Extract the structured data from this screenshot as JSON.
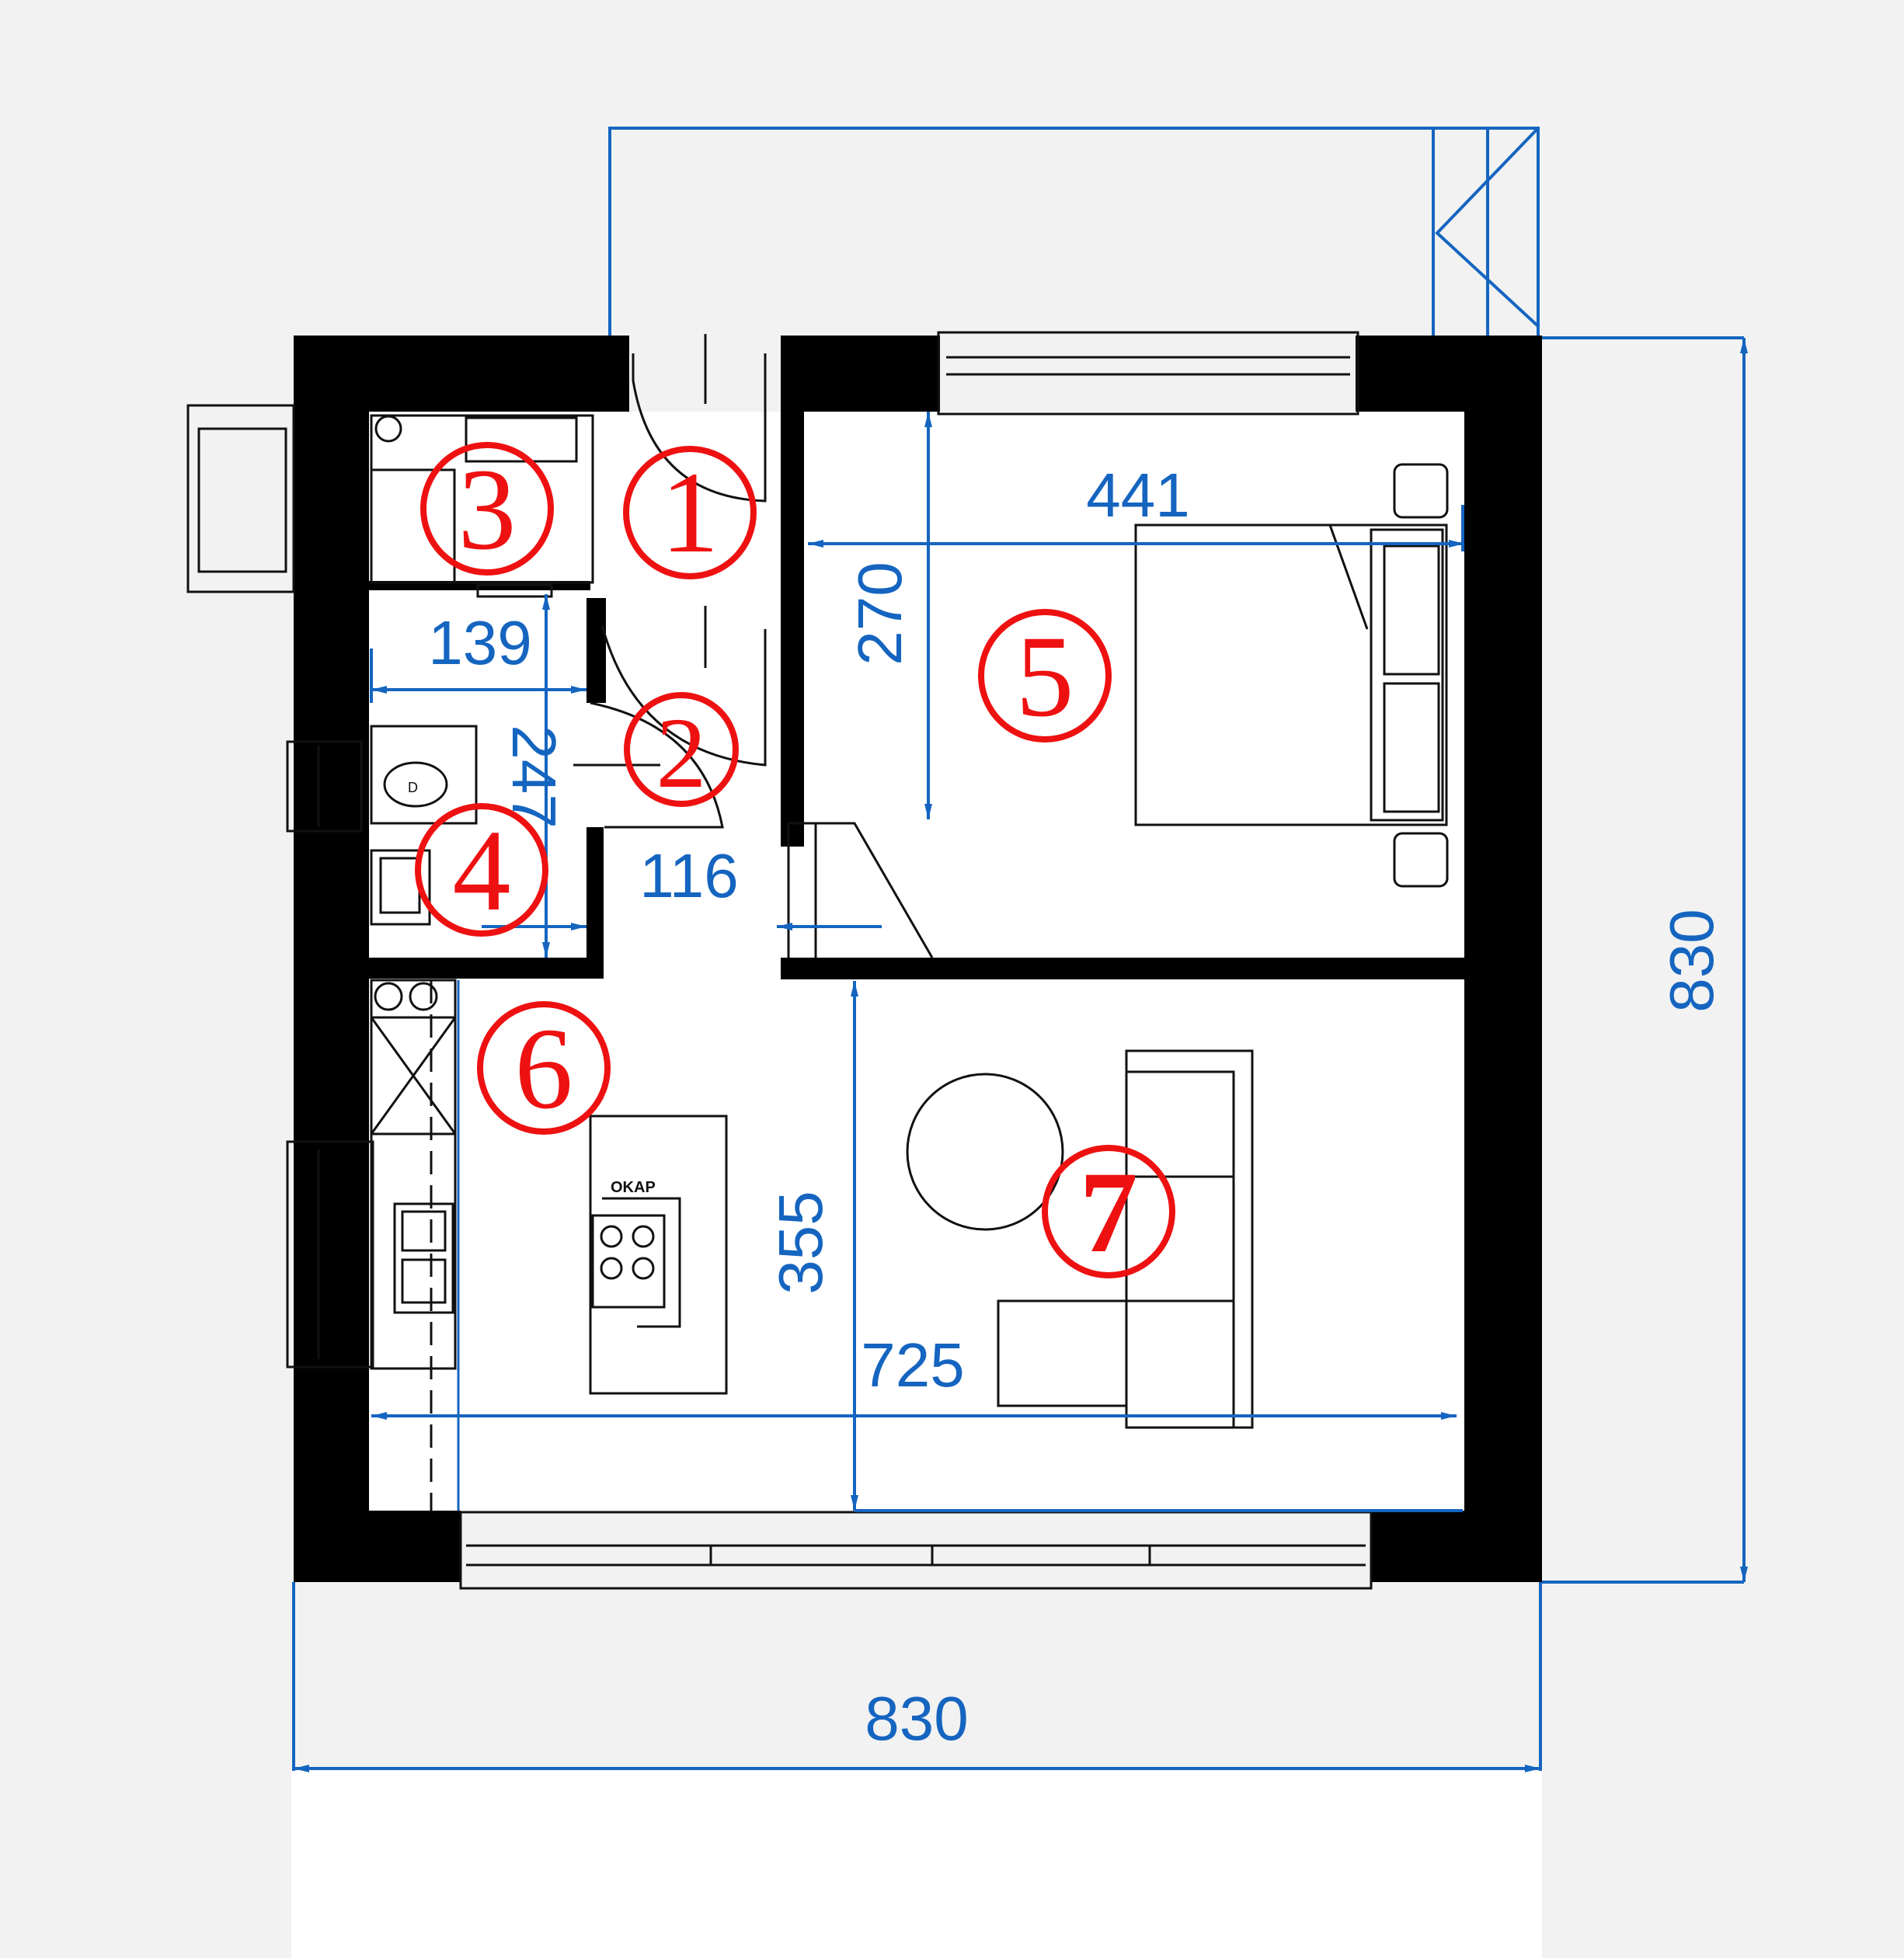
{
  "dimensions": {
    "bedroom_width": "441",
    "bedroom_depth": "270",
    "bathroom_width": "139",
    "bathroom_depth": "247",
    "hall_width": "116",
    "living_depth": "355",
    "living_width": "725",
    "total_height": "830",
    "total_width": "830"
  },
  "rooms": [
    {
      "number": "1"
    },
    {
      "number": "2"
    },
    {
      "number": "3"
    },
    {
      "number": "4"
    },
    {
      "number": "5"
    },
    {
      "number": "6"
    },
    {
      "number": "7"
    }
  ],
  "labels": {
    "hood": "OKAP"
  },
  "colors": {
    "dimension": "#1565c0",
    "room_number": "#ee1111",
    "wall": "#000000",
    "background": "#f2f2f2"
  }
}
